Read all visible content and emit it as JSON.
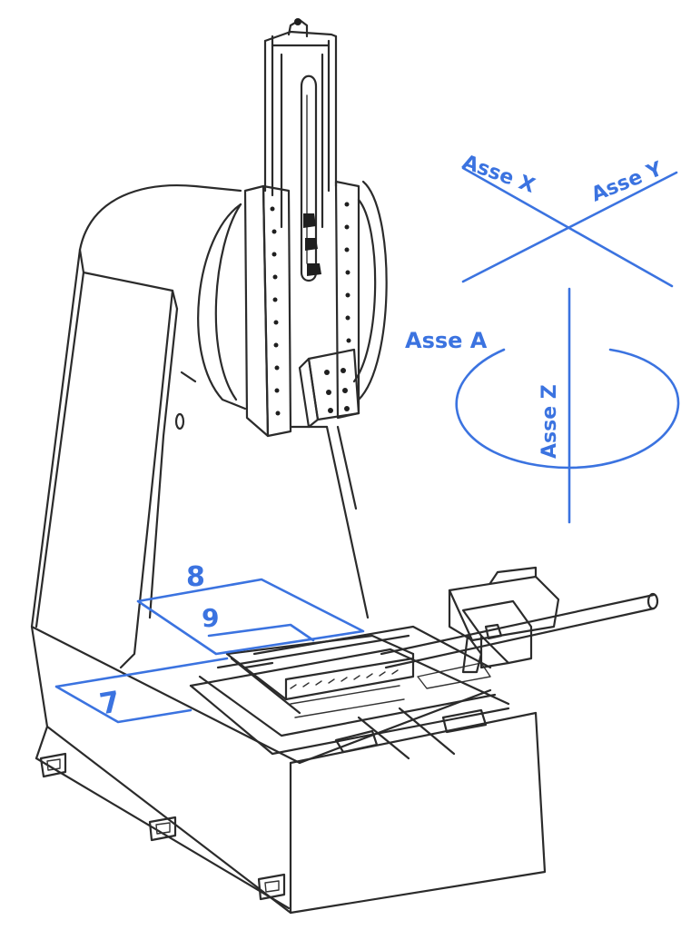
{
  "colors": {
    "annotation": "#3b73e0",
    "ink": "#2b2b2b"
  },
  "axes": {
    "x": "Asse X",
    "y": "Asse Y",
    "a": "Asse A",
    "z": "Asse Z"
  },
  "dimension_labels": {
    "outer": "8",
    "middle": "9",
    "front": "7"
  }
}
